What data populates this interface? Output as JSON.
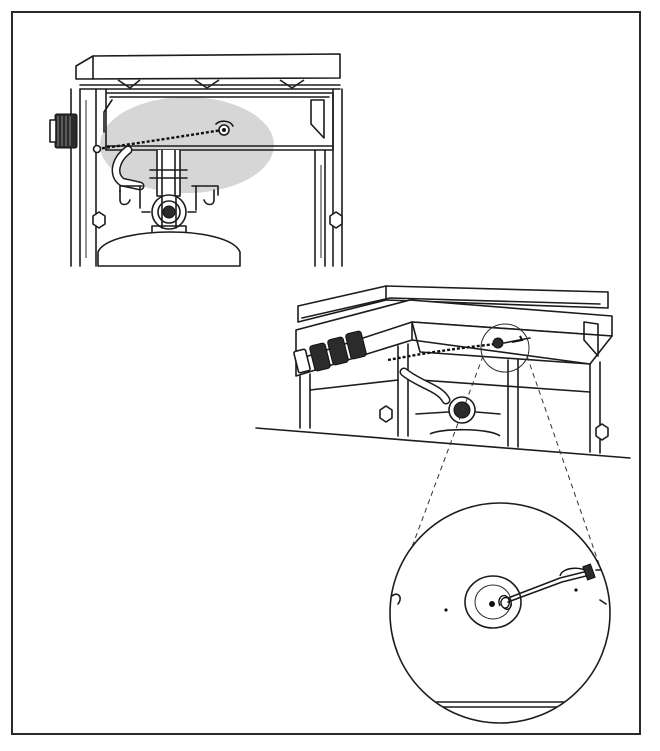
{
  "figure": {
    "kind": "assembly-illustration",
    "views": [
      "top-left-front-view",
      "perspective-view",
      "zoom-detail-circle"
    ],
    "highlight_color": "#d9d9d9",
    "line_color": "#1c1c1c"
  }
}
